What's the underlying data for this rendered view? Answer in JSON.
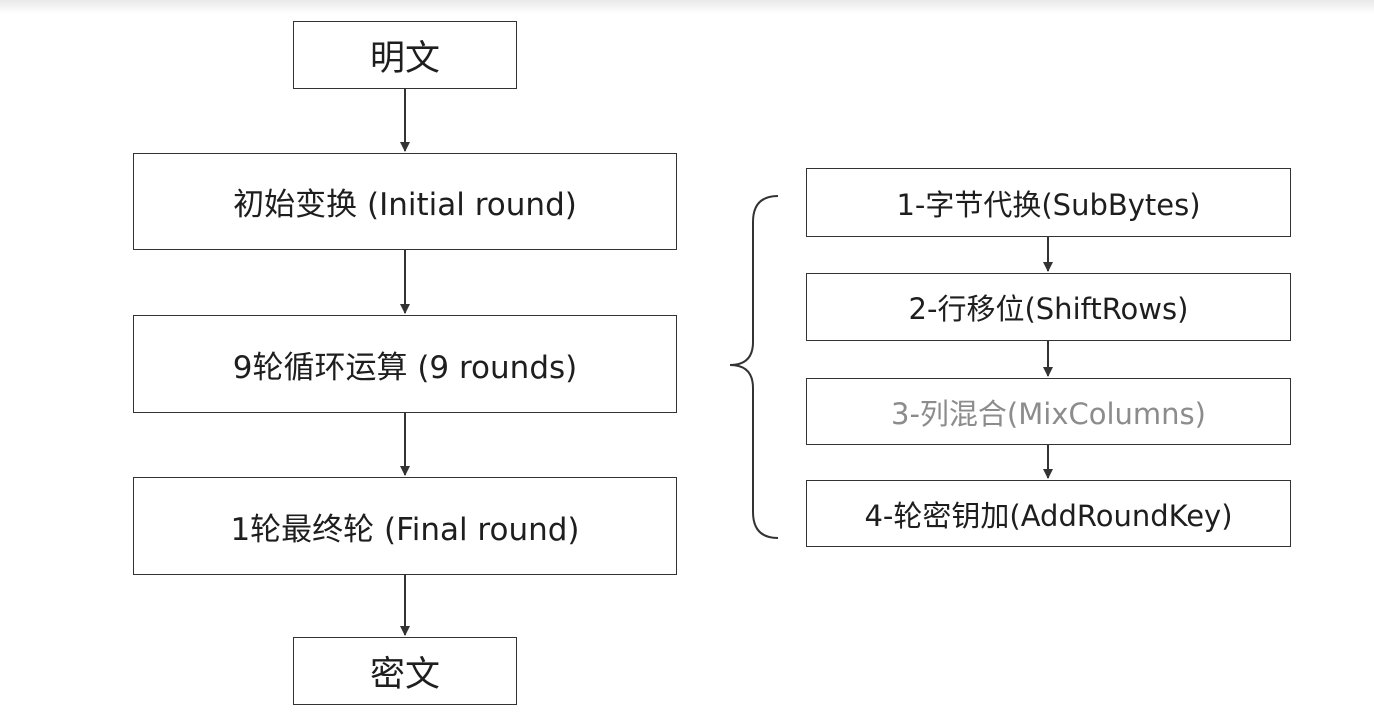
{
  "flow": {
    "plaintext": "明文",
    "initial_round": "初始变换 (Initial round)",
    "nine_rounds": "9轮循环运算 (9 rounds)",
    "final_round": "1轮最终轮 (Final round)",
    "ciphertext": "密文"
  },
  "round_steps": [
    {
      "label": "1-字节代换(SubBytes)"
    },
    {
      "label": "2-行移位(ShiftRows)"
    },
    {
      "label": "3-列混合(MixColumns)",
      "faded": true
    },
    {
      "label": "4-轮密钥加(AddRoundKey)"
    }
  ],
  "colors": {
    "line": "#333333",
    "text": "#1e1e1e",
    "faded_text": "#8c8c8c"
  }
}
